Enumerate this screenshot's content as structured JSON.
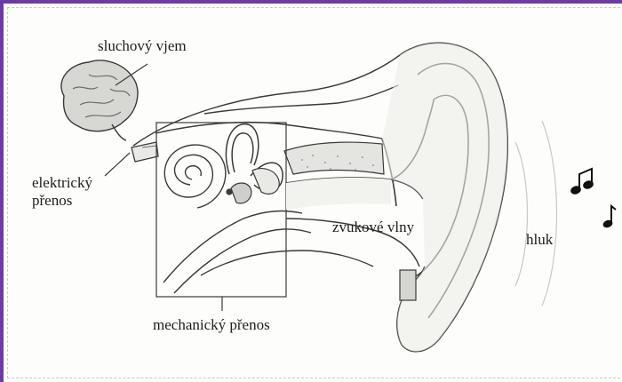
{
  "labels": {
    "auditory_perception": "sluchový vjem",
    "electrical_transmission_line1": "elektrický",
    "electrical_transmission_line2": "přenos",
    "mechanical_transmission": "mechanický přenos",
    "sound_waves": "zvukové vlny",
    "noise": "hluk"
  },
  "colors": {
    "frame": "#6a3ea1",
    "line": "#3a3a3a",
    "fill_light": "#e9e9e6",
    "fill_mid": "#cfcfcb"
  }
}
